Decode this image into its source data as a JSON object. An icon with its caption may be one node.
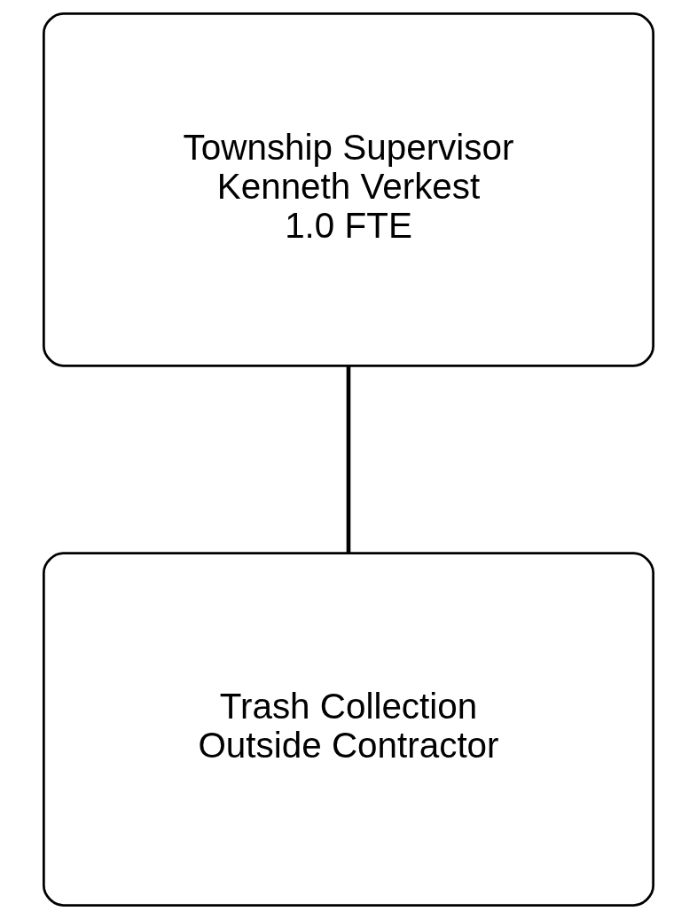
{
  "diagram": {
    "nodes": [
      {
        "text": [
          "Township Supervisor",
          "Kenneth Verkest",
          "1.0 FTE"
        ]
      },
      {
        "text": [
          "Trash Collection",
          "Outside Contractor"
        ]
      }
    ],
    "edges": [
      {
        "from": 0,
        "to": 1,
        "arrow": "none"
      }
    ]
  }
}
